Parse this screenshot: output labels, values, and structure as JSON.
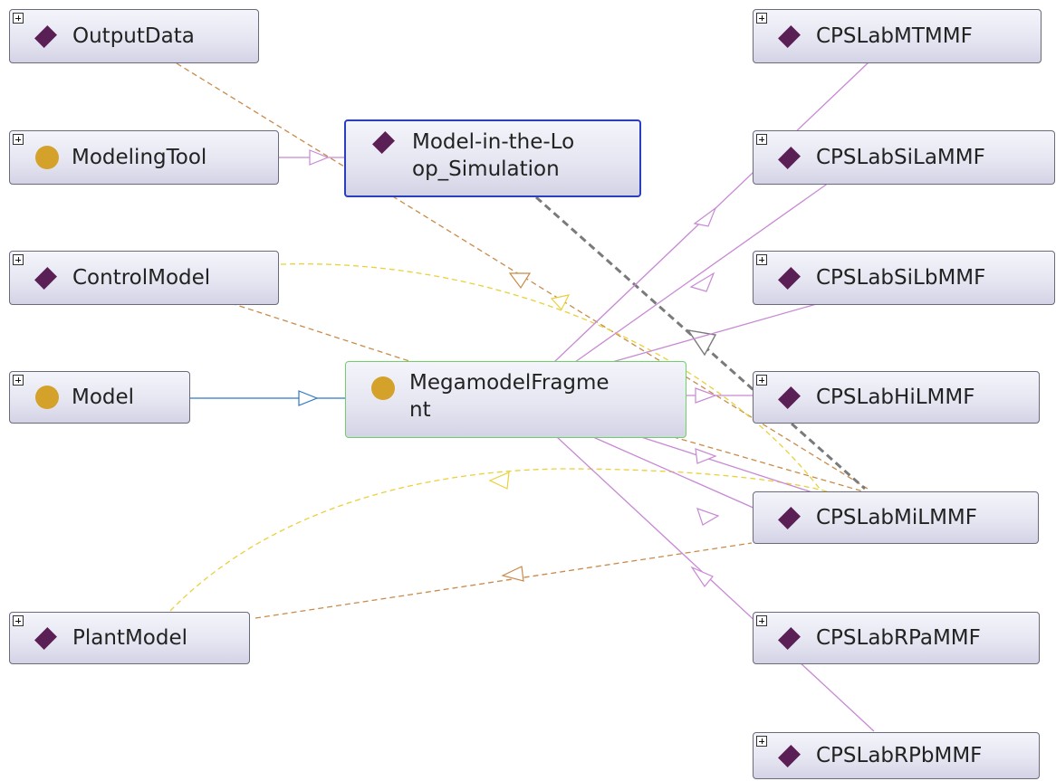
{
  "nodes": {
    "output_data": "OutputData",
    "modeling_tool": "ModelingTool",
    "control_model": "ControlModel",
    "model": "Model",
    "plant_model": "PlantModel",
    "milsim_line1": "Model-in-the-Lo",
    "milsim_line2": "op_Simulation",
    "megamodel_line1": "MegamodelFragme",
    "megamodel_line2": "nt",
    "cpslab_mtmmf": "CPSLabMTMMF",
    "cpslab_silammf": "CPSLabSiLaMMF",
    "cpslab_silbmmf": "CPSLabSiLbMMF",
    "cpslab_hilmmf": "CPSLabHiLMMF",
    "cpslab_milmmf": "CPSLabMiLMMF",
    "cpslab_rpammf": "CPSLabRPaMMF",
    "cpslab_rpbmmf": "CPSLabRPbMMF"
  },
  "colors": {
    "subclass_edge": "#c889d4",
    "instance_edge": "#2f78c4",
    "object_property_edge": "#c98a4a",
    "data_property_edge": "#e9d13a",
    "selected_edge": "#7a7a7a",
    "class_icon": "#d4a12a",
    "individual_icon": "#5a1f55"
  }
}
